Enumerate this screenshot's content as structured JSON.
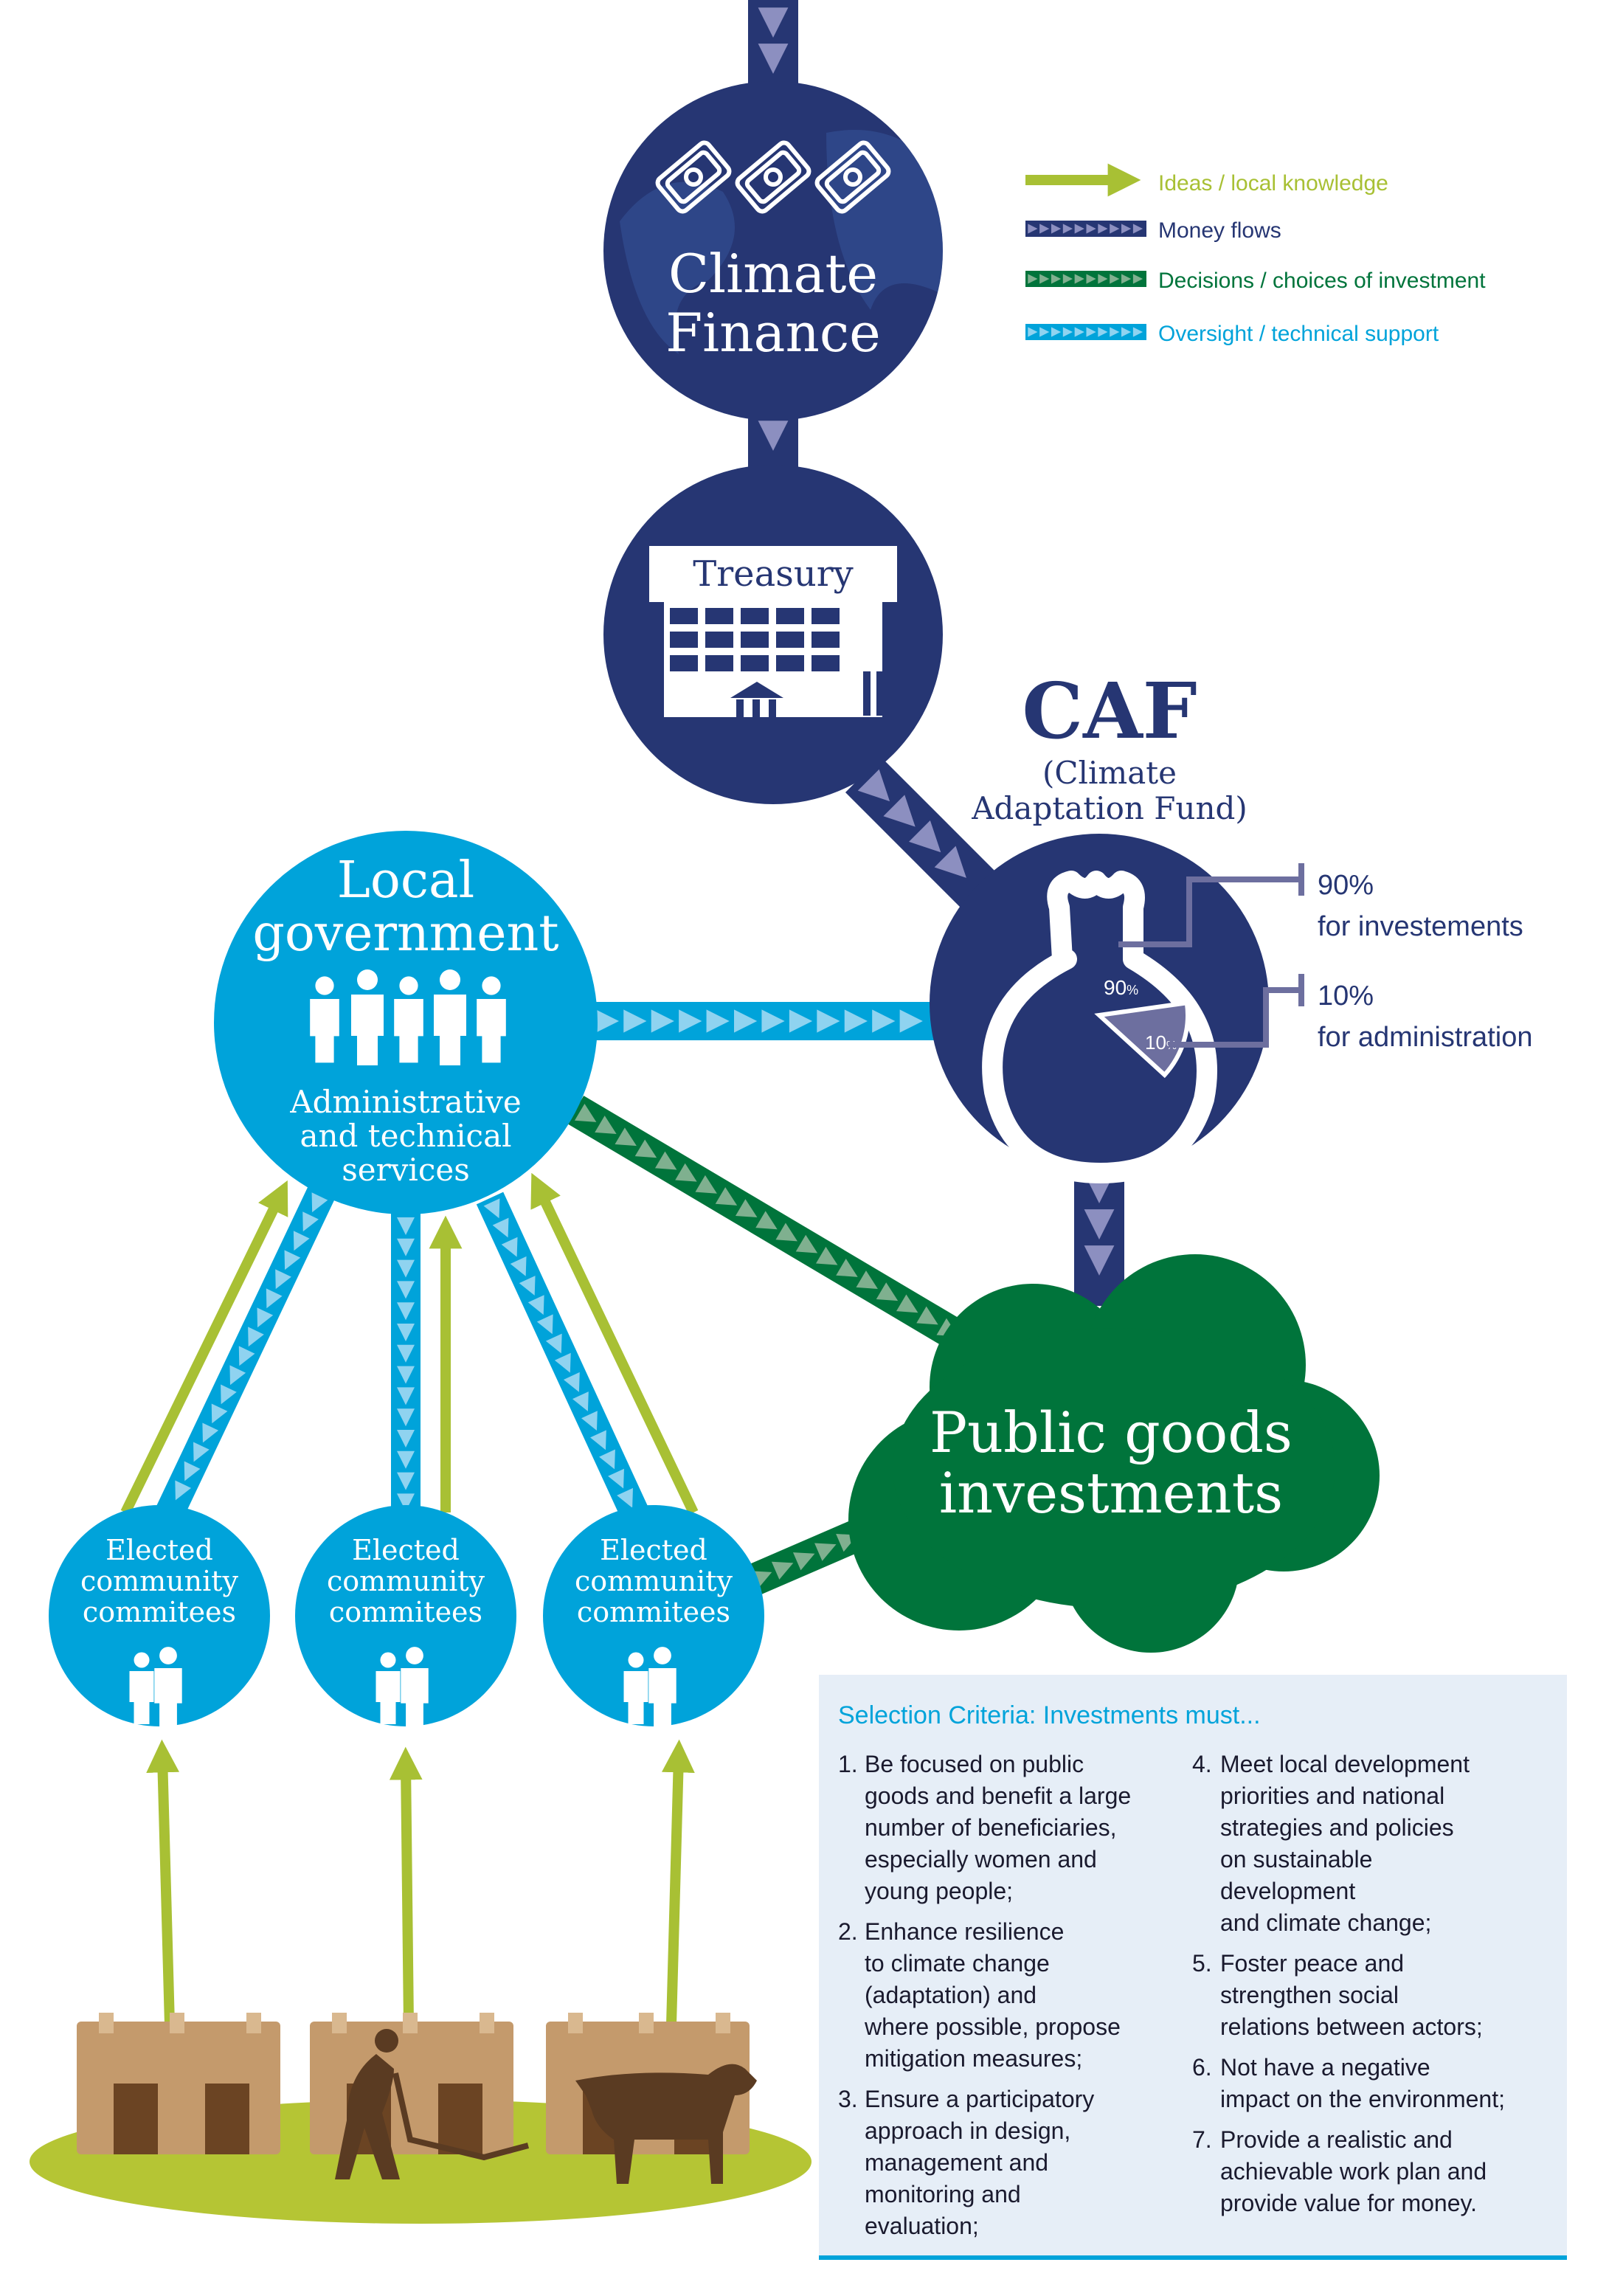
{
  "colors": {
    "navy": "#263673",
    "cyan": "#00a3da",
    "green": "#00743b",
    "lime": "#a8c034",
    "chevron_navy": "#8c8fc0",
    "chevron_green": "#7fb08f",
    "chevron_cyan": "#8fd3f0",
    "box_bg": "#e6eef7",
    "earth": "#c49a6c"
  },
  "legend": [
    {
      "label": "Ideas / local knowledge",
      "icon": "lime-arrow-icon"
    },
    {
      "label": "Money flows",
      "icon": "navy-chevron-band-icon"
    },
    {
      "label": "Decisions / choices of investment",
      "icon": "green-chevron-band-icon"
    },
    {
      "label": "Oversight / technical support",
      "icon": "cyan-chevron-band-icon"
    }
  ],
  "climate_finance": {
    "line1": "Climate",
    "line2": "Finance",
    "icon": "money-bills-icon"
  },
  "treasury": {
    "label": "Treasury",
    "icon": "building-icon"
  },
  "caf": {
    "title": "CAF",
    "sub1": "(Climate",
    "sub2": "Adaptation Fund)",
    "icon": "money-bag-pie-icon",
    "pie_big": "90",
    "pie_small": "10",
    "pct_sign": "%",
    "split": [
      {
        "value": "90%",
        "label": "for investements",
        "share": 90
      },
      {
        "value": "10%",
        "label": "for administration",
        "share": 10
      }
    ]
  },
  "local_government": {
    "line1": "Local",
    "line2": "government",
    "sub1": "Administrative",
    "sub2": "and technical",
    "sub3": "services",
    "icon": "people-group-icon"
  },
  "public_goods": {
    "line1": "Public goods",
    "line2": "investments"
  },
  "committees": [
    {
      "line1": "Elected",
      "line2": "community",
      "line3": "commitees"
    },
    {
      "line1": "Elected",
      "line2": "community",
      "line3": "commitees"
    },
    {
      "line1": "Elected",
      "line2": "community",
      "line3": "commitees"
    }
  ],
  "criteria": {
    "title": "Selection Criteria: Investments must...",
    "items": [
      {
        "num": "1.",
        "lines": [
          "Be focused on public",
          "goods and benefit a large",
          "number of beneficiaries,",
          "especially women and",
          "young people;"
        ]
      },
      {
        "num": "2.",
        "lines": [
          "Enhance resilience",
          "to climate change",
          "(adaptation) and",
          "where possible, propose",
          "mitigation measures;"
        ]
      },
      {
        "num": "3.",
        "lines": [
          "Ensure a participatory",
          "approach in design,",
          "management and",
          "monitoring and",
          "evaluation;"
        ]
      },
      {
        "num": "4.",
        "lines": [
          "Meet local development",
          "priorities and national",
          "strategies and policies",
          "on sustainable",
          "development",
          "and climate change;"
        ]
      },
      {
        "num": "5.",
        "lines": [
          "Foster peace and",
          "strengthen social",
          "relations between actors;"
        ]
      },
      {
        "num": "6.",
        "lines": [
          "Not have a negative",
          "impact on the environment;"
        ]
      },
      {
        "num": "7.",
        "lines": [
          "Provide a realistic and",
          "achievable work plan and",
          "provide value for money."
        ]
      }
    ]
  }
}
